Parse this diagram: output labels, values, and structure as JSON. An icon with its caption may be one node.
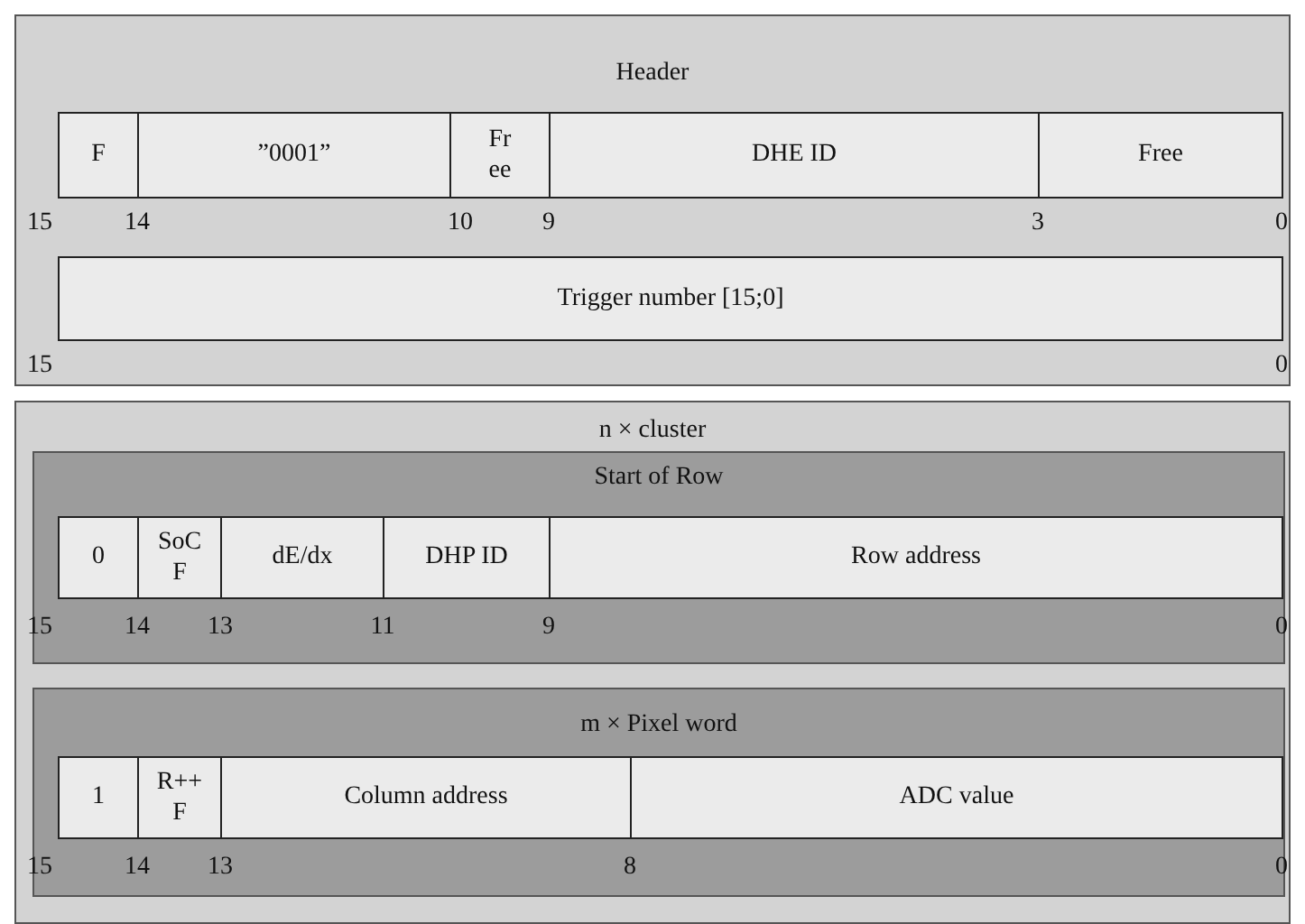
{
  "diagram": {
    "nodes": [
      {
        "text": [
          "Header"
        ]
      },
      {
        "text": [
          "F"
        ],
        "in": 0
      },
      {
        "text": [
          "”0001”"
        ],
        "in": 0
      },
      {
        "text": [
          "Fr ee"
        ],
        "in": 0
      },
      {
        "text": [
          "DHE ID"
        ],
        "in": 0
      },
      {
        "text": [
          "Free"
        ],
        "in": 0
      },
      {
        "text": [
          "Trigger number [15;0]"
        ],
        "in": 0
      },
      {
        "text": [
          "n × cluster"
        ]
      },
      {
        "text": [
          "Start of Row"
        ],
        "in": 7
      },
      {
        "text": [
          "0"
        ],
        "in": 8
      },
      {
        "text": [
          "SoC F"
        ],
        "in": 8
      },
      {
        "text": [
          "dE/dx"
        ],
        "in": 8
      },
      {
        "text": [
          "DHP ID"
        ],
        "in": 8
      },
      {
        "text": [
          "Row address"
        ],
        "in": 8
      },
      {
        "text": [
          "m × Pixel word"
        ],
        "in": 7
      },
      {
        "text": [
          "1"
        ],
        "in": 14
      },
      {
        "text": [
          "R++ F"
        ],
        "in": 14
      },
      {
        "text": [
          "Column address"
        ],
        "in": 14
      },
      {
        "text": [
          "ADC value"
        ],
        "in": 14
      }
    ],
    "labels": [
      "15",
      "14",
      "10",
      "9",
      "3",
      "0",
      "15",
      "0",
      "15",
      "14",
      "13",
      "11",
      "9",
      "0",
      "15",
      "14",
      "13",
      "8",
      "0"
    ]
  }
}
